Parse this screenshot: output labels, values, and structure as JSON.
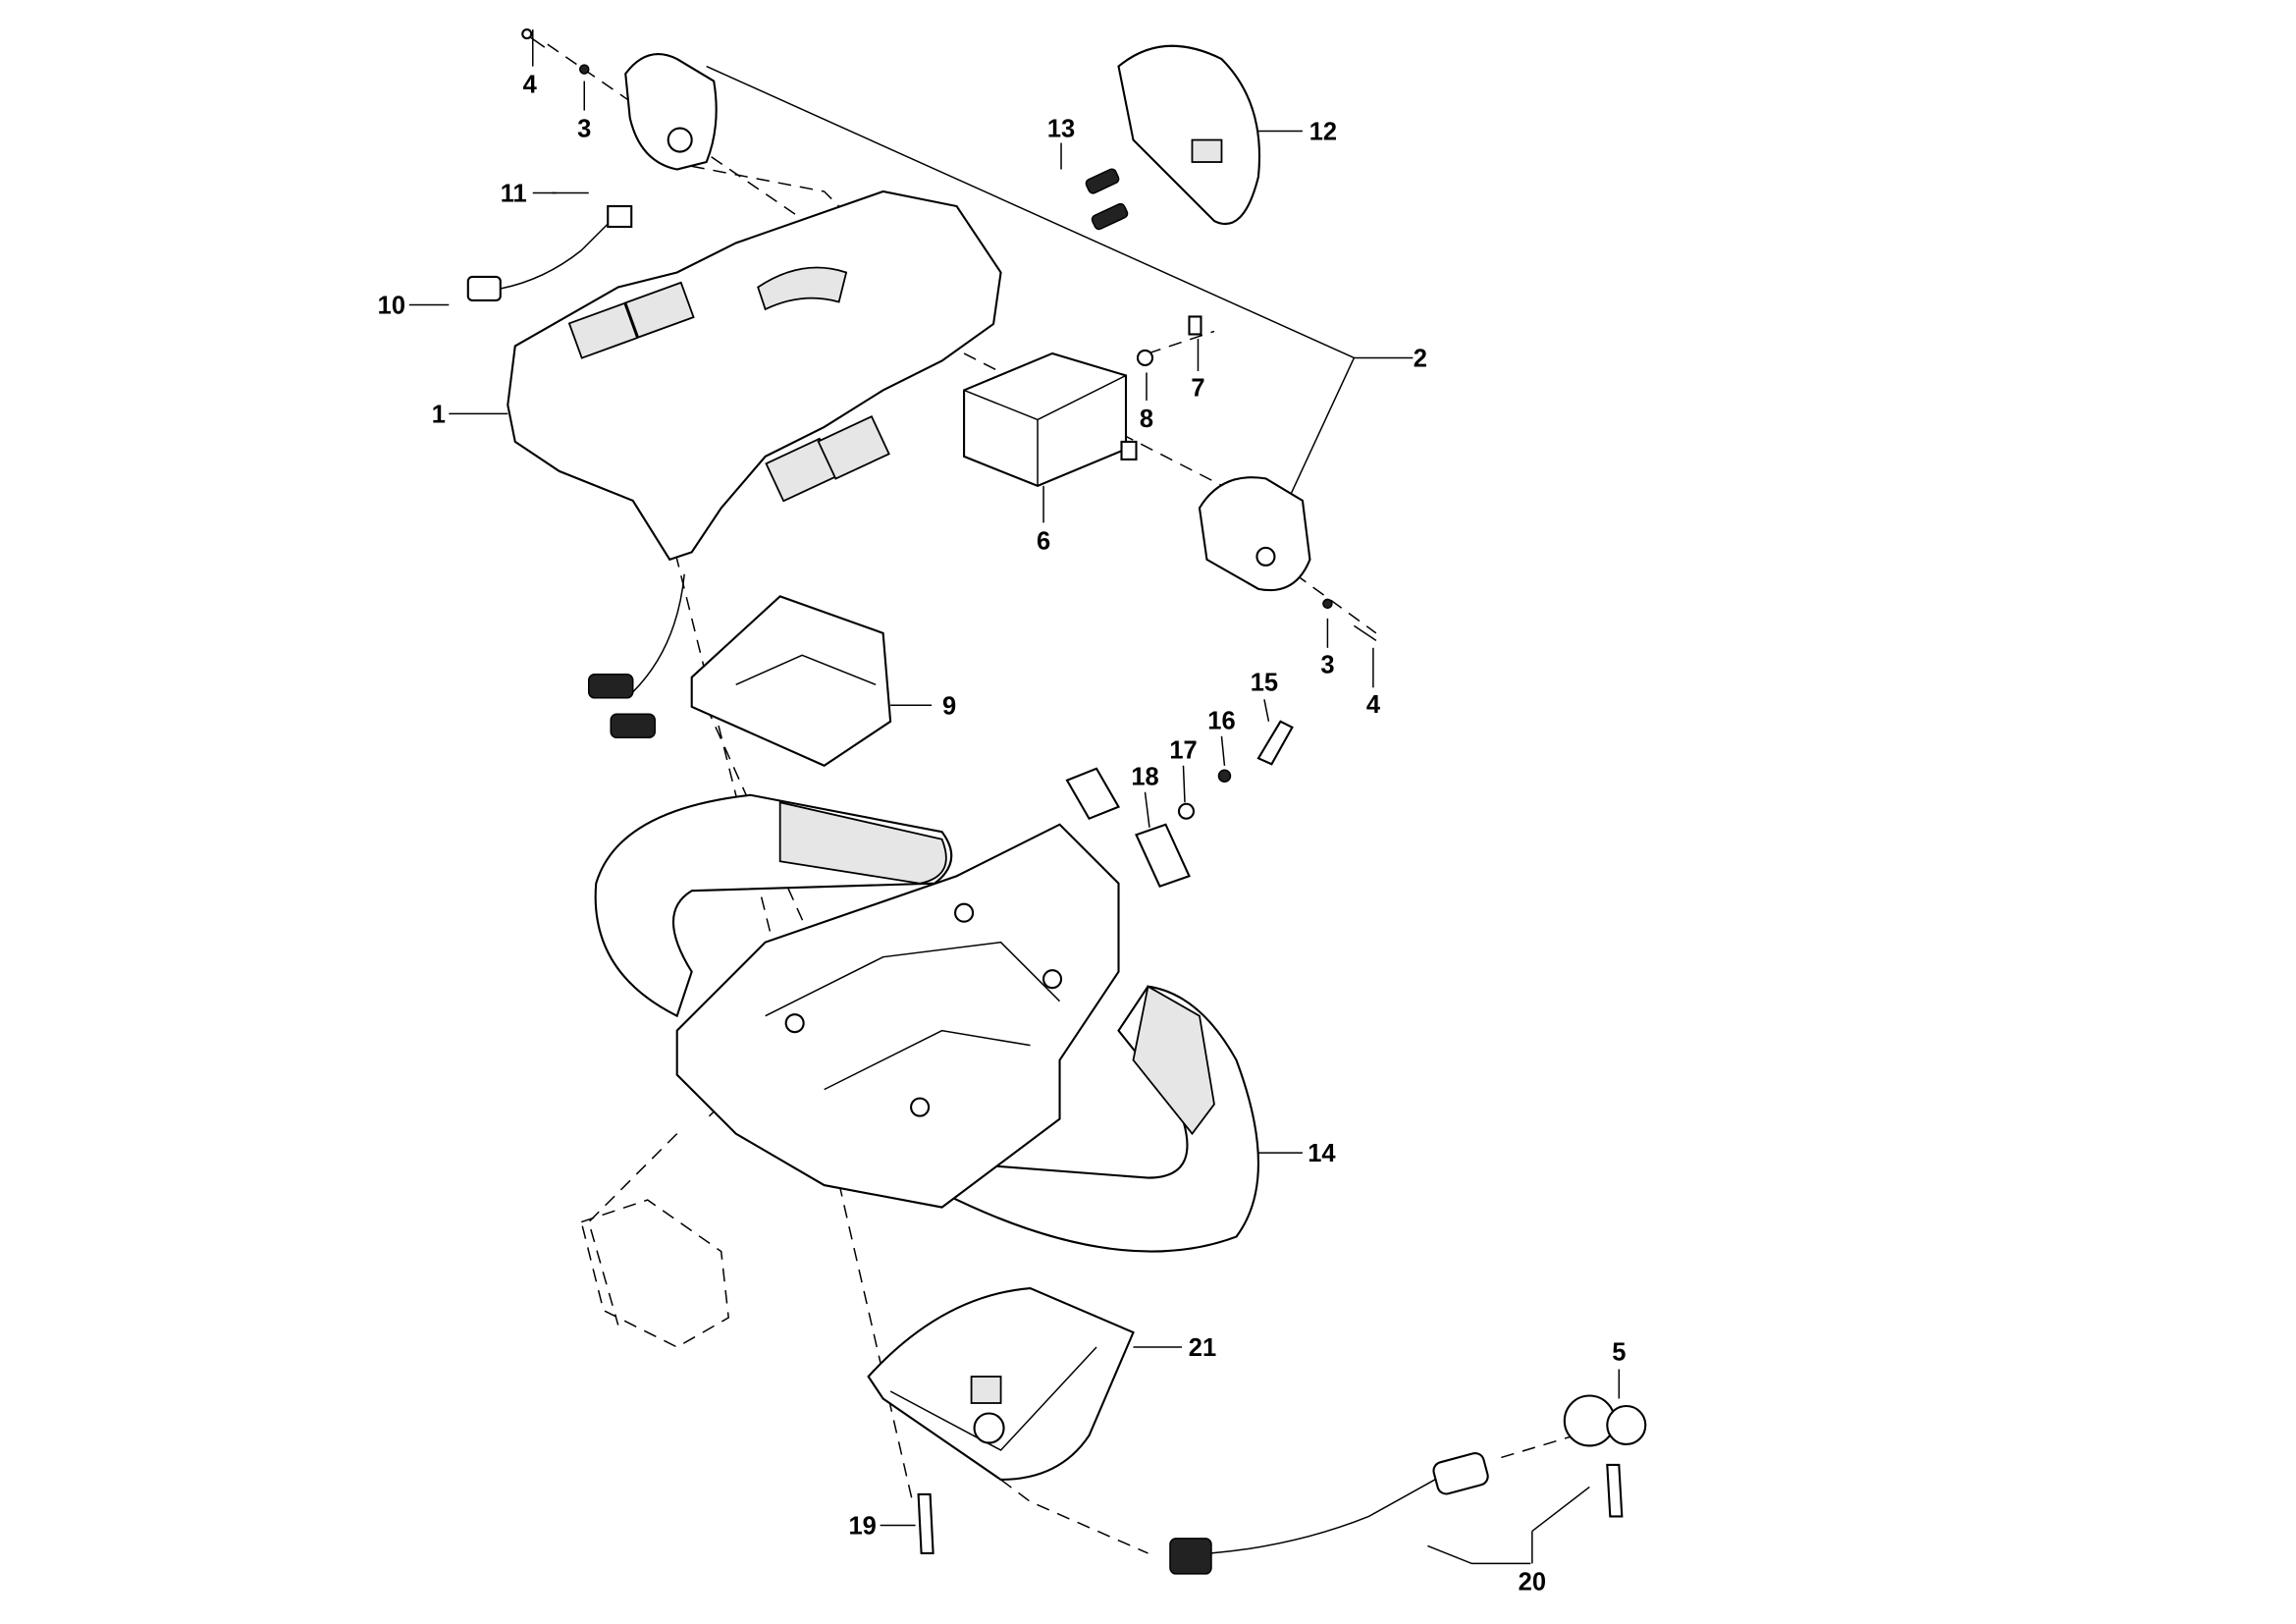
{
  "callouts": {
    "c1": "1",
    "c2": "2",
    "c3a": "3",
    "c3b": "3",
    "c4a": "4",
    "c4b": "4",
    "c5": "5",
    "c6": "6",
    "c7": "7",
    "c8": "8",
    "c9": "9",
    "c10": "10",
    "c11": "11",
    "c12": "12",
    "c13": "13",
    "c14": "14",
    "c15": "15",
    "c16": "16",
    "c17": "17",
    "c18": "18",
    "c19": "19",
    "c20": "20",
    "c21": "21"
  }
}
